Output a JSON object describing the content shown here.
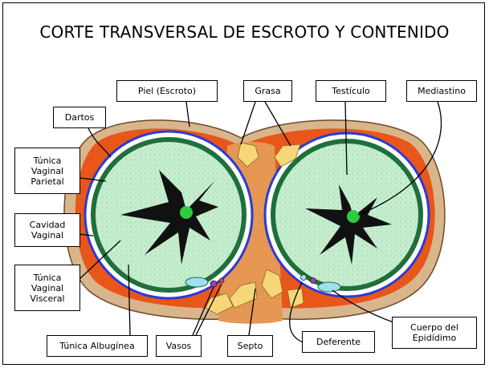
{
  "title": "CORTE TRANSVERSAL DE ESCROTO Y CONTENIDO",
  "labels": {
    "piel": "Piel (Escroto)",
    "grasa": "Grasa",
    "testiculo": "Testículo",
    "mediastino": "Mediastino",
    "dartos": "Dartos",
    "tunica_vaginal_parietal": "Túnica\nVaginal\nParietal",
    "cavidad_vaginal": "Cavidad\nVaginal",
    "tunica_vaginal_visceral": "Túnica\nVaginal\nVisceral",
    "tunica_albuginea": "Túnica Albugínea",
    "vasos": "Vasos",
    "septo": "Septo",
    "deferente": "Deferente",
    "cuerpo_epididimo": "Cuerpo del\nEpidídimo"
  },
  "colors": {
    "skin": "#d9b58c",
    "dartos": "#e8561a",
    "vaginal_parietal": "#2a3bd6",
    "albuginea": "#1f6f3a",
    "testis": "#c6efd0",
    "septo": "#e89a55",
    "grasa": "#f5d77a",
    "mediastino": "#111111",
    "core": "#2ecc40"
  }
}
